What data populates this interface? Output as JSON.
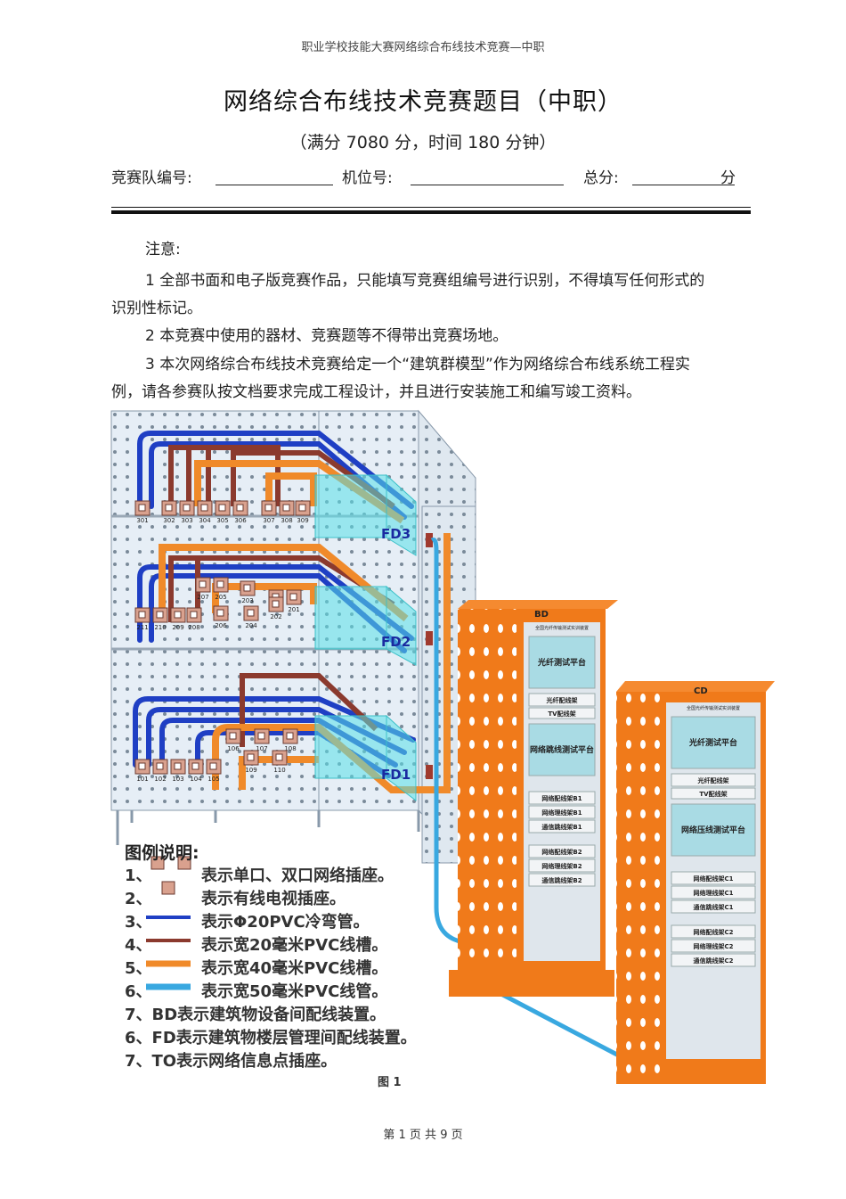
{
  "running_head": "职业学校技能大赛网络综合布线技术竞赛—中职",
  "title": "网络综合布线技术竞赛题目（中职）",
  "subtitle": "（满分 7080 分，时间 180 分钟）",
  "info": {
    "team_label": "竞赛队编号:",
    "seat_label": "机位号:",
    "score_label": "总分:",
    "score_unit": "分"
  },
  "notice": {
    "heading": "注意:",
    "item1_line1": "1 全部书面和电子版竞赛作品，只能填写竞赛组编号进行识别，不得填写任何形式的",
    "item1_line2": "识别性标记。",
    "item2": "2 本竞赛中使用的器材、竞赛题等不得带出竞赛场地。",
    "item3_line1": "3 本次网络综合布线技术竞赛给定一个“建筑群模型”作为网络综合布线系统工程实",
    "item3_line2": "例，请各参赛队按文档要求完成工程设计，并且进行安装施工和编写竣工资料。"
  },
  "figure": {
    "fd_labels": [
      "FD3",
      "FD2",
      "FD1"
    ],
    "bd_label": "BD",
    "cd_label": "CD",
    "rack_header": "全国光纤传输测试实训装置",
    "bd_units": [
      "光纤测试平台",
      "光纤配线架",
      "TV配线架",
      "网络跳线测试平台",
      "网络配线架B1",
      "网络理线架B1",
      "通信跳线架B1",
      "网络配线架B2",
      "网络理线架B2",
      "通信跳线架B2"
    ],
    "cd_units": [
      "光纤测试平台",
      "光纤配线架",
      "TV配线架",
      "网络压线测试平台",
      "网络配线架C1",
      "网络理线架C1",
      "通信跳线架C1",
      "网络配线架C2",
      "网络理线架C2",
      "通信跳线架C2"
    ],
    "floor3_outlets": [
      "301",
      "302",
      "303",
      "304",
      "305",
      "306",
      "307",
      "308",
      "309"
    ],
    "floor2_outlets": [
      "207",
      "205",
      "203",
      "209",
      "201",
      "206",
      "204",
      "202",
      "211",
      "210",
      "209",
      "208"
    ],
    "floor1_outlets": [
      "106",
      "107",
      "108",
      "109",
      "110",
      "101",
      "102",
      "103",
      "104",
      "105"
    ],
    "legend_title": "图例说明:",
    "legend": [
      "1、",
      "表示单口、双口网络插座。",
      "2、",
      "表示有线电视插座。",
      "3、",
      "表示Φ20PVC冷弯管。",
      "4、",
      "表示宽20毫米PVC线槽。",
      "5、",
      "表示宽40毫米PVC线槽。",
      "6、",
      "表示宽50毫米PVC线管。",
      "7、BD表示建筑物设备间配线装置。",
      "6、FD表示建筑物楼层管理间配线装置。",
      "7、TO表示网络信息点插座。"
    ],
    "caption": "图 1",
    "colors": {
      "tube_blue": "#1f3fc4",
      "trunk20": "#8b3a2e",
      "trunk40": "#f08a2a",
      "pipe50": "#39a8e0",
      "rack": "#f07a1a",
      "panel": "#e8f0f7",
      "fd_glass": "#58e0e8"
    }
  },
  "footer": "第 1 页 共 9 页"
}
